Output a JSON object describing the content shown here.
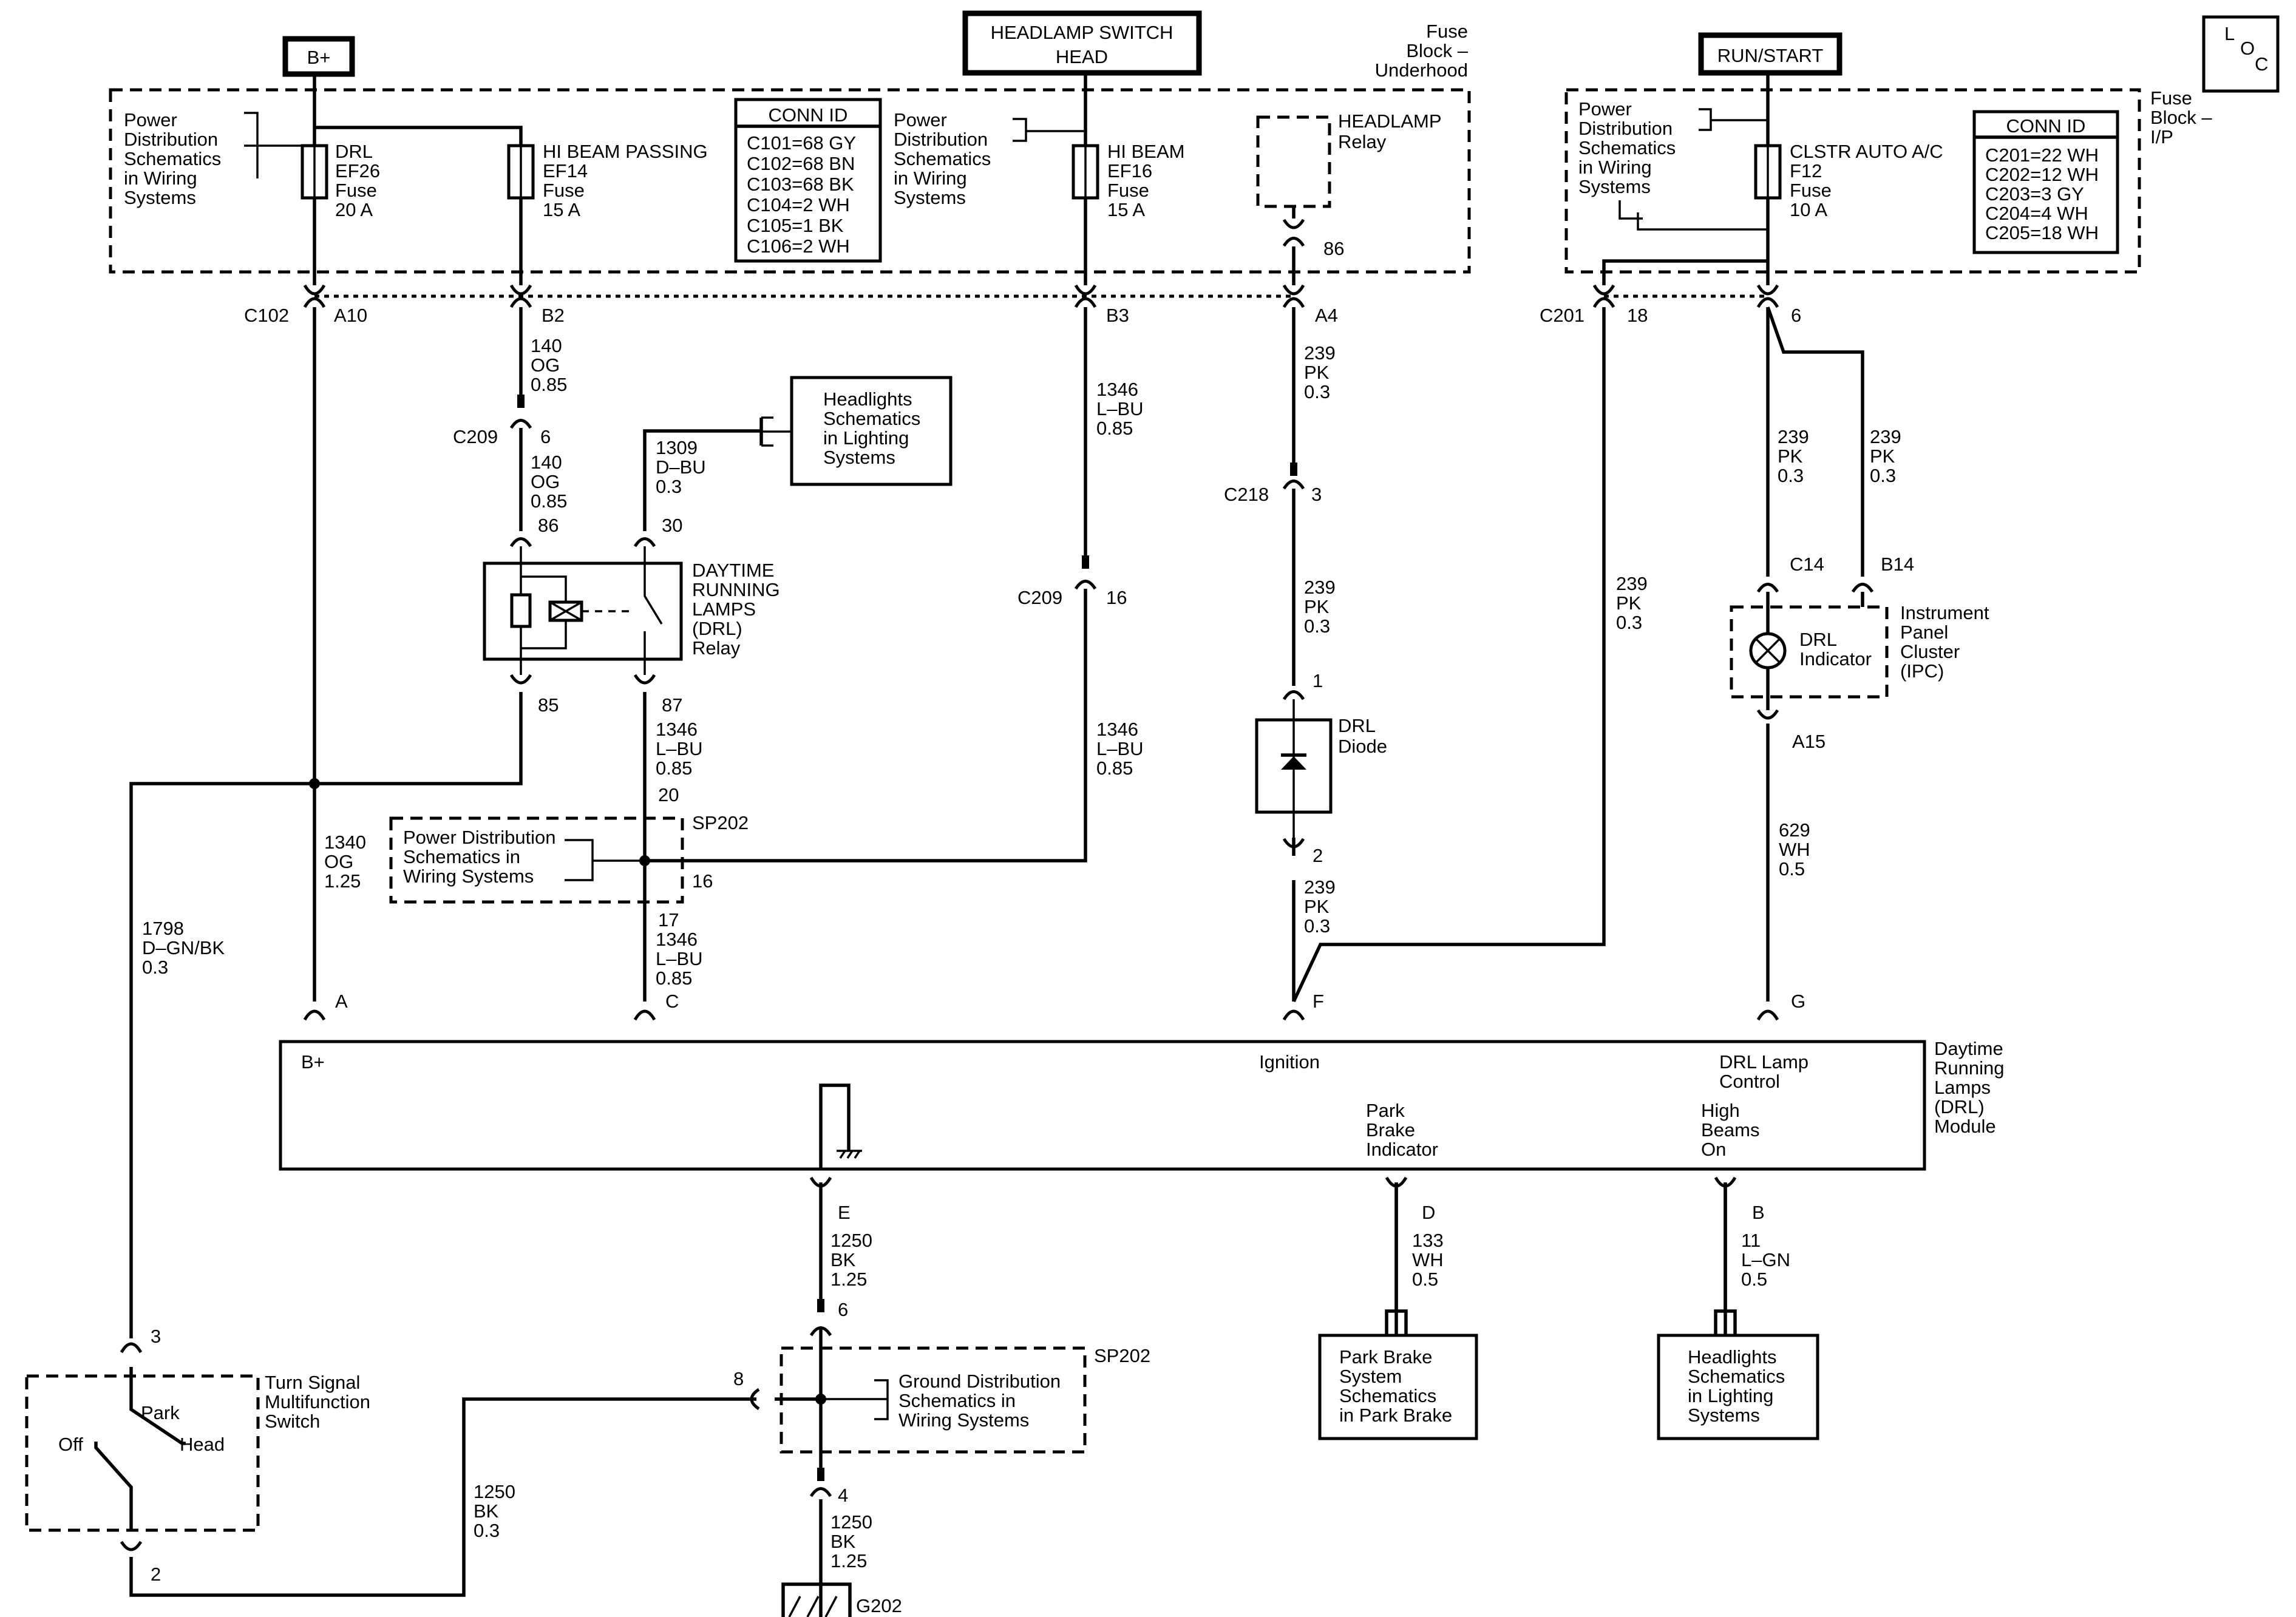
{
  "header": {
    "b_plus": "B+",
    "headlamp_switch": [
      "HEADLAMP SWITCH",
      "HEAD"
    ],
    "run_start": "RUN/START",
    "loc": [
      "L",
      "O",
      "C"
    ]
  },
  "underhood": {
    "title": [
      "Fuse",
      "Block –",
      "Underhood"
    ],
    "power_dist_1": [
      "Power",
      "Distribution",
      "Schematics",
      "in Wiring",
      "Systems"
    ],
    "drl_fuse": [
      "DRL",
      "EF26",
      "Fuse",
      "20 A"
    ],
    "hibeam_passing_fuse": [
      "HI BEAM PASSING",
      "EF14",
      "Fuse",
      "15 A"
    ],
    "conn_id_title": "CONN ID",
    "conn_id_rows": [
      "C101=68 GY",
      "C102=68 BN",
      "C103=68 BK",
      "C104=2 WH",
      "C105=1 BK",
      "C106=2 WH"
    ],
    "power_dist_2": [
      "Power",
      "Distribution",
      "Schematics",
      "in Wiring",
      "Systems"
    ],
    "hibeam_fuse": [
      "HI BEAM",
      "EF16",
      "Fuse",
      "15 A"
    ],
    "headlamp_relay": [
      "HEADLAMP",
      "Relay"
    ],
    "relay_pin": "86"
  },
  "ip_block": {
    "title": [
      "Fuse",
      "Block –",
      "I/P"
    ],
    "power_dist": [
      "Power",
      "Distribution",
      "Schematics",
      "in Wiring",
      "Systems"
    ],
    "clstr_fuse": [
      "CLSTR AUTO A/C",
      "F12",
      "Fuse",
      "10 A"
    ],
    "conn_id_title": "CONN ID",
    "conn_id_rows": [
      "C201=22 WH",
      "C202=12 WH",
      "C203=3 GY",
      "C204=4 WH",
      "C205=18 WH"
    ]
  },
  "connectors": {
    "c102": "C102",
    "a10": "A10",
    "b2": "B2",
    "b3": "B3",
    "a4": "A4",
    "c201": "C201",
    "p18": "18",
    "p6": "6",
    "c209a": "C209",
    "c209a_pin": "6",
    "c209b": "C209",
    "c209b_pin": "16",
    "c218": "C218",
    "c218_pin": "3",
    "c14": "C14",
    "b14": "B14",
    "a15": "A15",
    "relay_86": "86",
    "relay_30": "30",
    "relay_85": "85",
    "relay_87": "87",
    "diode_1": "1",
    "diode_2": "2",
    "sp202a": "SP202",
    "sp_20": "20",
    "sp_16": "16",
    "sp_17": "17",
    "mod_a": "A",
    "mod_c": "C",
    "mod_f": "F",
    "mod_g": "G",
    "mod_e": "E",
    "mod_d": "D",
    "mod_b": "B",
    "gnd_6": "6",
    "gnd_8": "8",
    "gnd_4": "4",
    "sp202b": "SP202",
    "g202": "G202",
    "sw_3": "3",
    "sw_2": "2"
  },
  "wires": {
    "w140a": [
      "140",
      "OG",
      "0.85"
    ],
    "w140b": [
      "140",
      "OG",
      "0.85"
    ],
    "w1309": [
      "1309",
      "D–BU",
      "0.3"
    ],
    "w1346a": [
      "1346",
      "L–BU",
      "0.85"
    ],
    "w1346b": [
      "1346",
      "L–BU",
      "0.85"
    ],
    "w1346c": [
      "1346",
      "L–BU",
      "0.85"
    ],
    "w1346d": [
      "1346",
      "L–BU",
      "0.85"
    ],
    "w239a": [
      "239",
      "PK",
      "0.3"
    ],
    "w239b": [
      "239",
      "PK",
      "0.3"
    ],
    "w239c": [
      "239",
      "PK",
      "0.3"
    ],
    "w239d": [
      "239",
      "PK",
      "0.3"
    ],
    "w239e": [
      "239",
      "PK",
      "0.3"
    ],
    "w239f": [
      "239",
      "PK",
      "0.3"
    ],
    "w1340": [
      "1340",
      "OG",
      "1.25"
    ],
    "w1798": [
      "1798",
      "D–GN/BK",
      "0.3"
    ],
    "w629": [
      "629",
      "WH",
      "0.5"
    ],
    "w1250a": [
      "1250",
      "BK",
      "1.25"
    ],
    "w1250b": [
      "1250",
      "BK",
      "1.25"
    ],
    "w1250c": [
      "1250",
      "BK",
      "0.3"
    ],
    "w133": [
      "133",
      "WH",
      "0.5"
    ],
    "w11": [
      "11",
      "L–GN",
      "0.5"
    ]
  },
  "components": {
    "headlights_ref_top": [
      "Headlights",
      "Schematics",
      "in Lighting",
      "Systems"
    ],
    "drl_relay": [
      "DAYTIME",
      "RUNNING",
      "LAMPS",
      "(DRL)",
      "Relay"
    ],
    "power_dist_splice": [
      "Power Distribution",
      "Schematics in",
      "Wiring Systems"
    ],
    "drl_diode": [
      "DRL",
      "Diode"
    ],
    "ipc": [
      "Instrument",
      "Panel",
      "Cluster",
      "(IPC)"
    ],
    "drl_indicator": [
      "DRL",
      "Indicator"
    ],
    "module_title": [
      "Daytime",
      "Running",
      "Lamps",
      "(DRL)",
      "Module"
    ],
    "module_bplus": "B+",
    "module_ignition": "Ignition",
    "module_drl_lamp": [
      "DRL Lamp",
      "Control"
    ],
    "module_park_brake": [
      "Park",
      "Brake",
      "Indicator"
    ],
    "module_high_beams": [
      "High",
      "Beams",
      "On"
    ],
    "turn_switch": [
      "Turn Signal",
      "Multifunction",
      "Switch"
    ],
    "switch_park": "Park",
    "switch_off": "Off",
    "switch_head": "Head",
    "ground_dist": [
      "Ground Distribution",
      "Schematics in",
      "Wiring Systems"
    ],
    "park_brake_ref": [
      "Park Brake",
      "System",
      "Schematics",
      "in Park Brake"
    ],
    "headlights_ref_bottom": [
      "Headlights",
      "Schematics",
      "in Lighting",
      "Systems"
    ]
  }
}
